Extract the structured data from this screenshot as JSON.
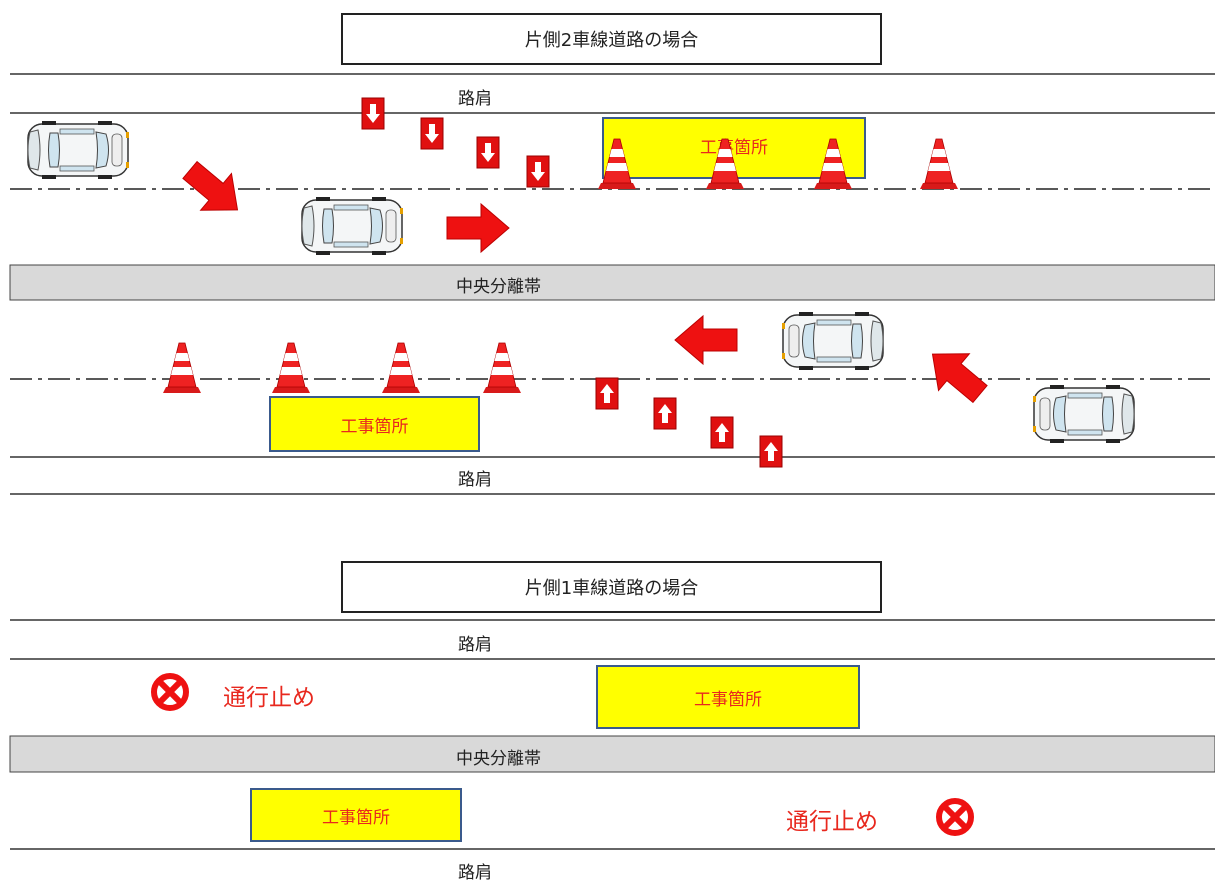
{
  "top": {
    "title": "片側2車線道路の場合",
    "shoulder_top": "路肩",
    "median": "中央分離帯",
    "shoulder_bottom": "路肩",
    "work_upper": "工事箇所",
    "work_lower": "工事箇所"
  },
  "bottom": {
    "title": "片側1車線道路の場合",
    "shoulder_top": "路肩",
    "median": "中央分離帯",
    "shoulder_bottom": "路肩",
    "work_upper": "工事箇所",
    "work_lower": "工事箇所",
    "closed_upper": "通行止め",
    "closed_lower": "通行止め"
  },
  "colors": {
    "work_fill": "#ffff00",
    "work_border": "#3a5a8c",
    "work_text": "#e8281e",
    "arrow_red": "#ee1111",
    "median_gray": "#d9d9d9",
    "cone_red": "#ee2222",
    "no_entry_red": "#ee1111"
  },
  "icons": [
    "car-icon",
    "traffic-cone-icon",
    "down-arrow-sign-icon",
    "up-arrow-sign-icon",
    "direction-arrow-icon",
    "no-entry-icon"
  ]
}
